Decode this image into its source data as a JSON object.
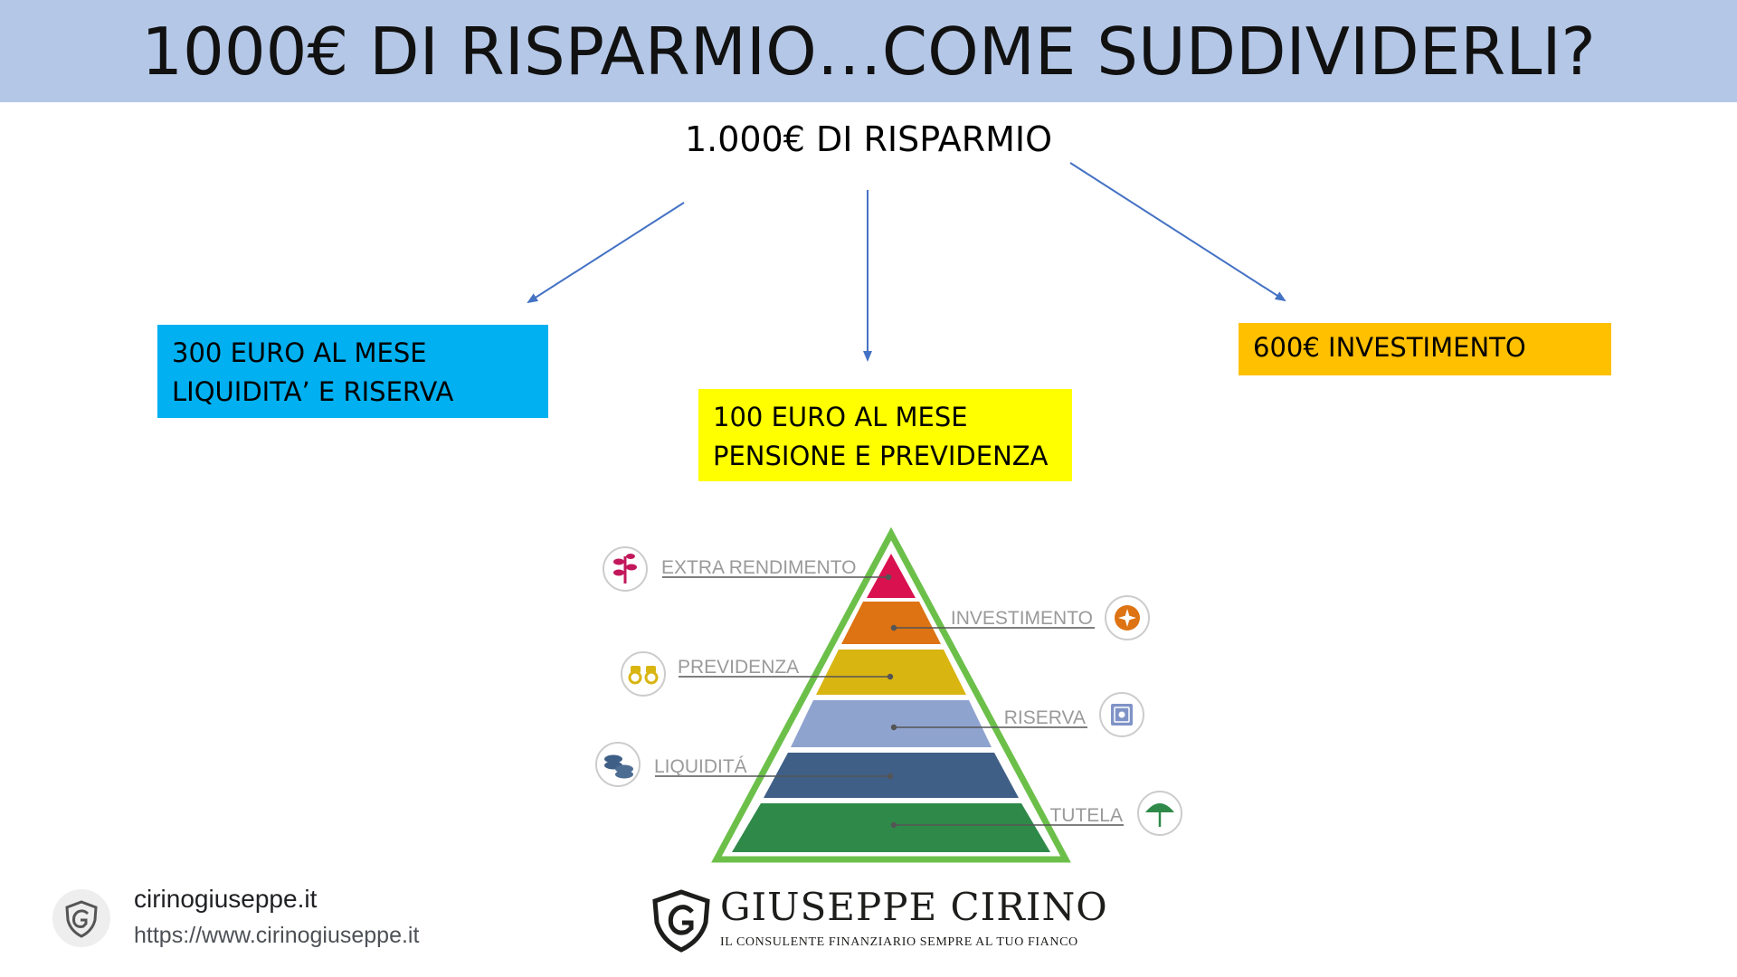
{
  "title": "1000€ DI RISPARMIO…COME SUDDIVIDERLI?",
  "root": {
    "label": "1.000€ DI RISPARMIO"
  },
  "allocations": [
    {
      "line1": "300 EURO AL MESE",
      "line2": "LIQUIDITA’ E RISERVA",
      "color": "#00b0f0"
    },
    {
      "line1": "100 EURO AL MESE",
      "line2": "PENSIONE  E PREVIDENZA",
      "color": "#ffff00"
    },
    {
      "line1": "600€ INVESTIMENTO",
      "color": "#ffc000"
    }
  ],
  "pyramid": {
    "levels": [
      {
        "label": "EXTRA RENDIMENTO",
        "color": "#d9114f",
        "icon": "plant-icon"
      },
      {
        "label": "INVESTIMENTO",
        "color": "#dd7313",
        "icon": "compass-icon"
      },
      {
        "label": "PREVIDENZA",
        "color": "#d9b512",
        "icon": "binoculars-icon"
      },
      {
        "label": "RISERVA",
        "color": "#8fa3cf",
        "icon": "safe-icon"
      },
      {
        "label": "LIQUIDITÁ",
        "color": "#3f5f87",
        "icon": "coins-icon"
      },
      {
        "label": "TUTELA",
        "color": "#2f8a4a",
        "icon": "umbrella-icon"
      }
    ],
    "outline_color": "#6cc04a"
  },
  "footer": {
    "site_name": "cirinogiuseppe.it",
    "url": "https://www.cirinogiuseppe.it"
  },
  "brand": {
    "name": "GIUSEPPE CIRINO",
    "tagline": "IL CONSULENTE FINANZIARIO SEMPRE AL TUO FIANCO"
  },
  "colors": {
    "title_bar": "#b4c7e7",
    "arrow": "#4472c4"
  }
}
